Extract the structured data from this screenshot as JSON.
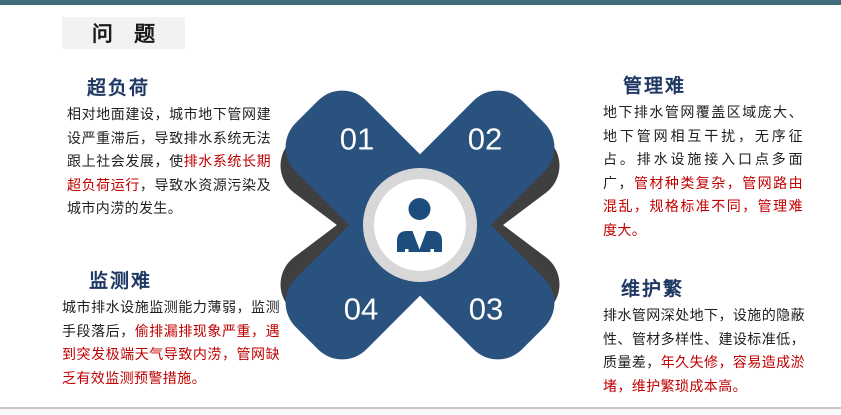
{
  "slide": {
    "title": "问 题"
  },
  "palette": {
    "topbar_teal": "#3f6b7a",
    "heading_navy": "#1f3864",
    "body_black": "#1f1f1f",
    "body_red": "#c00000",
    "petal_blue": "#2a527e",
    "petal_shadow_gray": "#3f3f3f",
    "ring_gray": "#d7d7d7",
    "person_navy": "#1d4d7c",
    "title_box_gray": "#f2f2f2"
  },
  "blocks": {
    "overload": {
      "heading": "超负荷",
      "segments": [
        {
          "text": "相对地面建设，城市地下管网建设严重滞后，导致排水系统无法跟上社会发展，使",
          "color": "black"
        },
        {
          "text": "排水系统长期超负荷运行",
          "color": "red"
        },
        {
          "text": "，导致水资源污染及城市内涝的发生。",
          "color": "black"
        }
      ]
    },
    "mgmt": {
      "heading": "管理难",
      "segments": [
        {
          "text": "地下排水管网覆盖区域庞大、地下管网相互干扰，无序征占。排水设施接入口点多面广，",
          "color": "black"
        },
        {
          "text": "管材种类复杂，管网路由混乱，规格标准不同，管理难度大。",
          "color": "red"
        }
      ]
    },
    "monitor": {
      "heading": "监测难",
      "segments": [
        {
          "text": "城市排水设施监测能力薄弱，监测手段落后，",
          "color": "black"
        },
        {
          "text": "偷排漏排现象严重，遇到突发极端天气导致内涝，管网缺乏有效监测预警措施。",
          "color": "red"
        }
      ]
    },
    "maintain": {
      "heading": "维护繁",
      "segments": [
        {
          "text": "排水管网深处地下，设施的隐蔽性、管材多样性、建设标准低，质量差，",
          "color": "black"
        },
        {
          "text": "年久失修，容易造成淤堵，维护繁琐成本高。",
          "color": "red"
        }
      ]
    }
  },
  "diagram": {
    "numbers": [
      "01",
      "02",
      "03",
      "04"
    ],
    "center_icon": "person-icon"
  }
}
